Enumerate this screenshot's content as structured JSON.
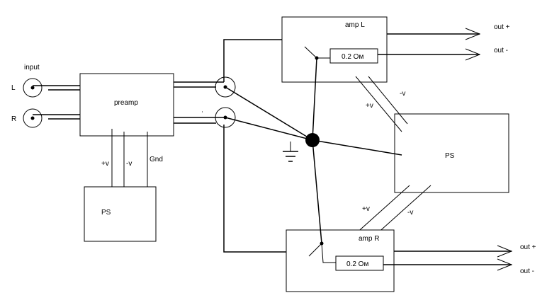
{
  "labels": {
    "input": "input",
    "left": "L",
    "right": "R",
    "preamp": "preamp",
    "ps_preamp": "PS",
    "plus_v_1": "+v",
    "minus_v_1": "-v",
    "gnd": "Gnd",
    "amp_l": "amp L",
    "amp_r": "amp R",
    "resistor_l": "0.2 Ом",
    "resistor_r": "0.2 Ом",
    "out_plus_l": "out +",
    "out_minus_l": "out -",
    "out_plus_r": "out +",
    "out_minus_r": "out -",
    "ps_main": "PS",
    "minus_v_top": "-v",
    "plus_v_top": "+v",
    "plus_v_bottom": "+v",
    "minus_v_bottom": "-v"
  }
}
